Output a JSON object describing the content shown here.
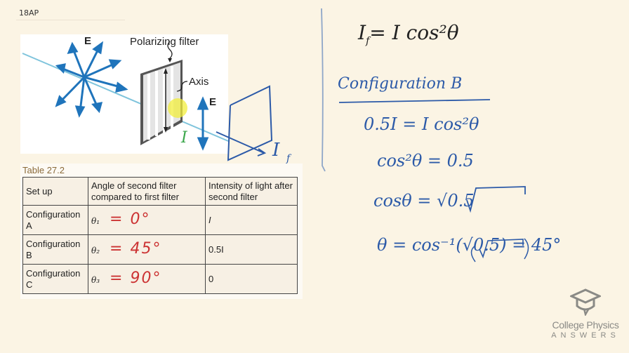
{
  "header": {
    "label": "18AP"
  },
  "figure": {
    "e_label_incoming": "E",
    "polarizing_filter_label": "Polarizing filter",
    "axis_label": "Axis",
    "e_label_transmitted": "E",
    "handwritten_I": "I",
    "handwritten_If_main": "I",
    "handwritten_If_sub": "f"
  },
  "table": {
    "caption": "Table 27.2",
    "headers": [
      "Set up",
      "Angle of second filter compared to first filter",
      "Intensity of light after second filter"
    ],
    "rows": [
      {
        "setup": "Configuration A",
        "theta": "θ₁",
        "angle": "= 0°",
        "intensity": "I"
      },
      {
        "setup": "Configuration B",
        "theta": "θ₂",
        "angle": "= 45°",
        "intensity": "0.5I"
      },
      {
        "setup": "Configuration C",
        "theta": "θ₃",
        "angle": "= 90°",
        "intensity": "0"
      }
    ]
  },
  "notes": {
    "formula": "I_f = I cos²θ",
    "formula_main": "I",
    "formula_sub": "f",
    "formula_rest": "= I  cos²θ",
    "section_title": "Configuration B",
    "line1": "0.5I = I cos²θ",
    "line2": "cos²θ = 0.5",
    "line3": "cosθ = √0.5",
    "line4": "θ = cos⁻¹(√0.5) = 45°"
  },
  "logo": {
    "line1": "College Physics",
    "line2": "ANSWERS"
  },
  "colors": {
    "background": "#fbf4e4",
    "ink_blue": "#2c5aa8",
    "ink_red": "#cc3333",
    "ink_green": "#3aa64a",
    "diagram_blue": "#1f74bb"
  }
}
